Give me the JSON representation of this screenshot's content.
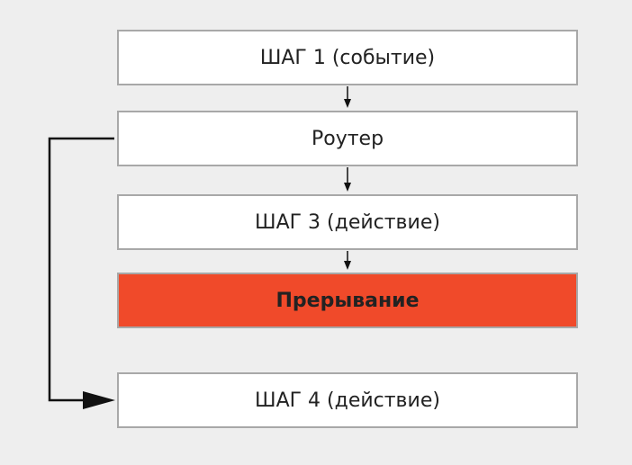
{
  "diagram": {
    "nodes": [
      {
        "id": "step1",
        "label": "ШАГ 1 (событие)"
      },
      {
        "id": "router",
        "label": "Роутер"
      },
      {
        "id": "step3",
        "label": "ШАГ 3 (действие)"
      },
      {
        "id": "interrupt",
        "label": "Прерывание"
      },
      {
        "id": "step4",
        "label": "ШАГ 4 (действие)"
      }
    ],
    "edges": [
      {
        "from": "step1",
        "to": "router"
      },
      {
        "from": "router",
        "to": "step3"
      },
      {
        "from": "step3",
        "to": "interrupt"
      },
      {
        "from": "router",
        "to": "step4"
      }
    ],
    "colors": {
      "background": "#eeeeee",
      "box_fill": "#ffffff",
      "box_border": "#a8a8a8",
      "interrupt_fill": "#f04a2a",
      "arrow": "#111111"
    }
  }
}
